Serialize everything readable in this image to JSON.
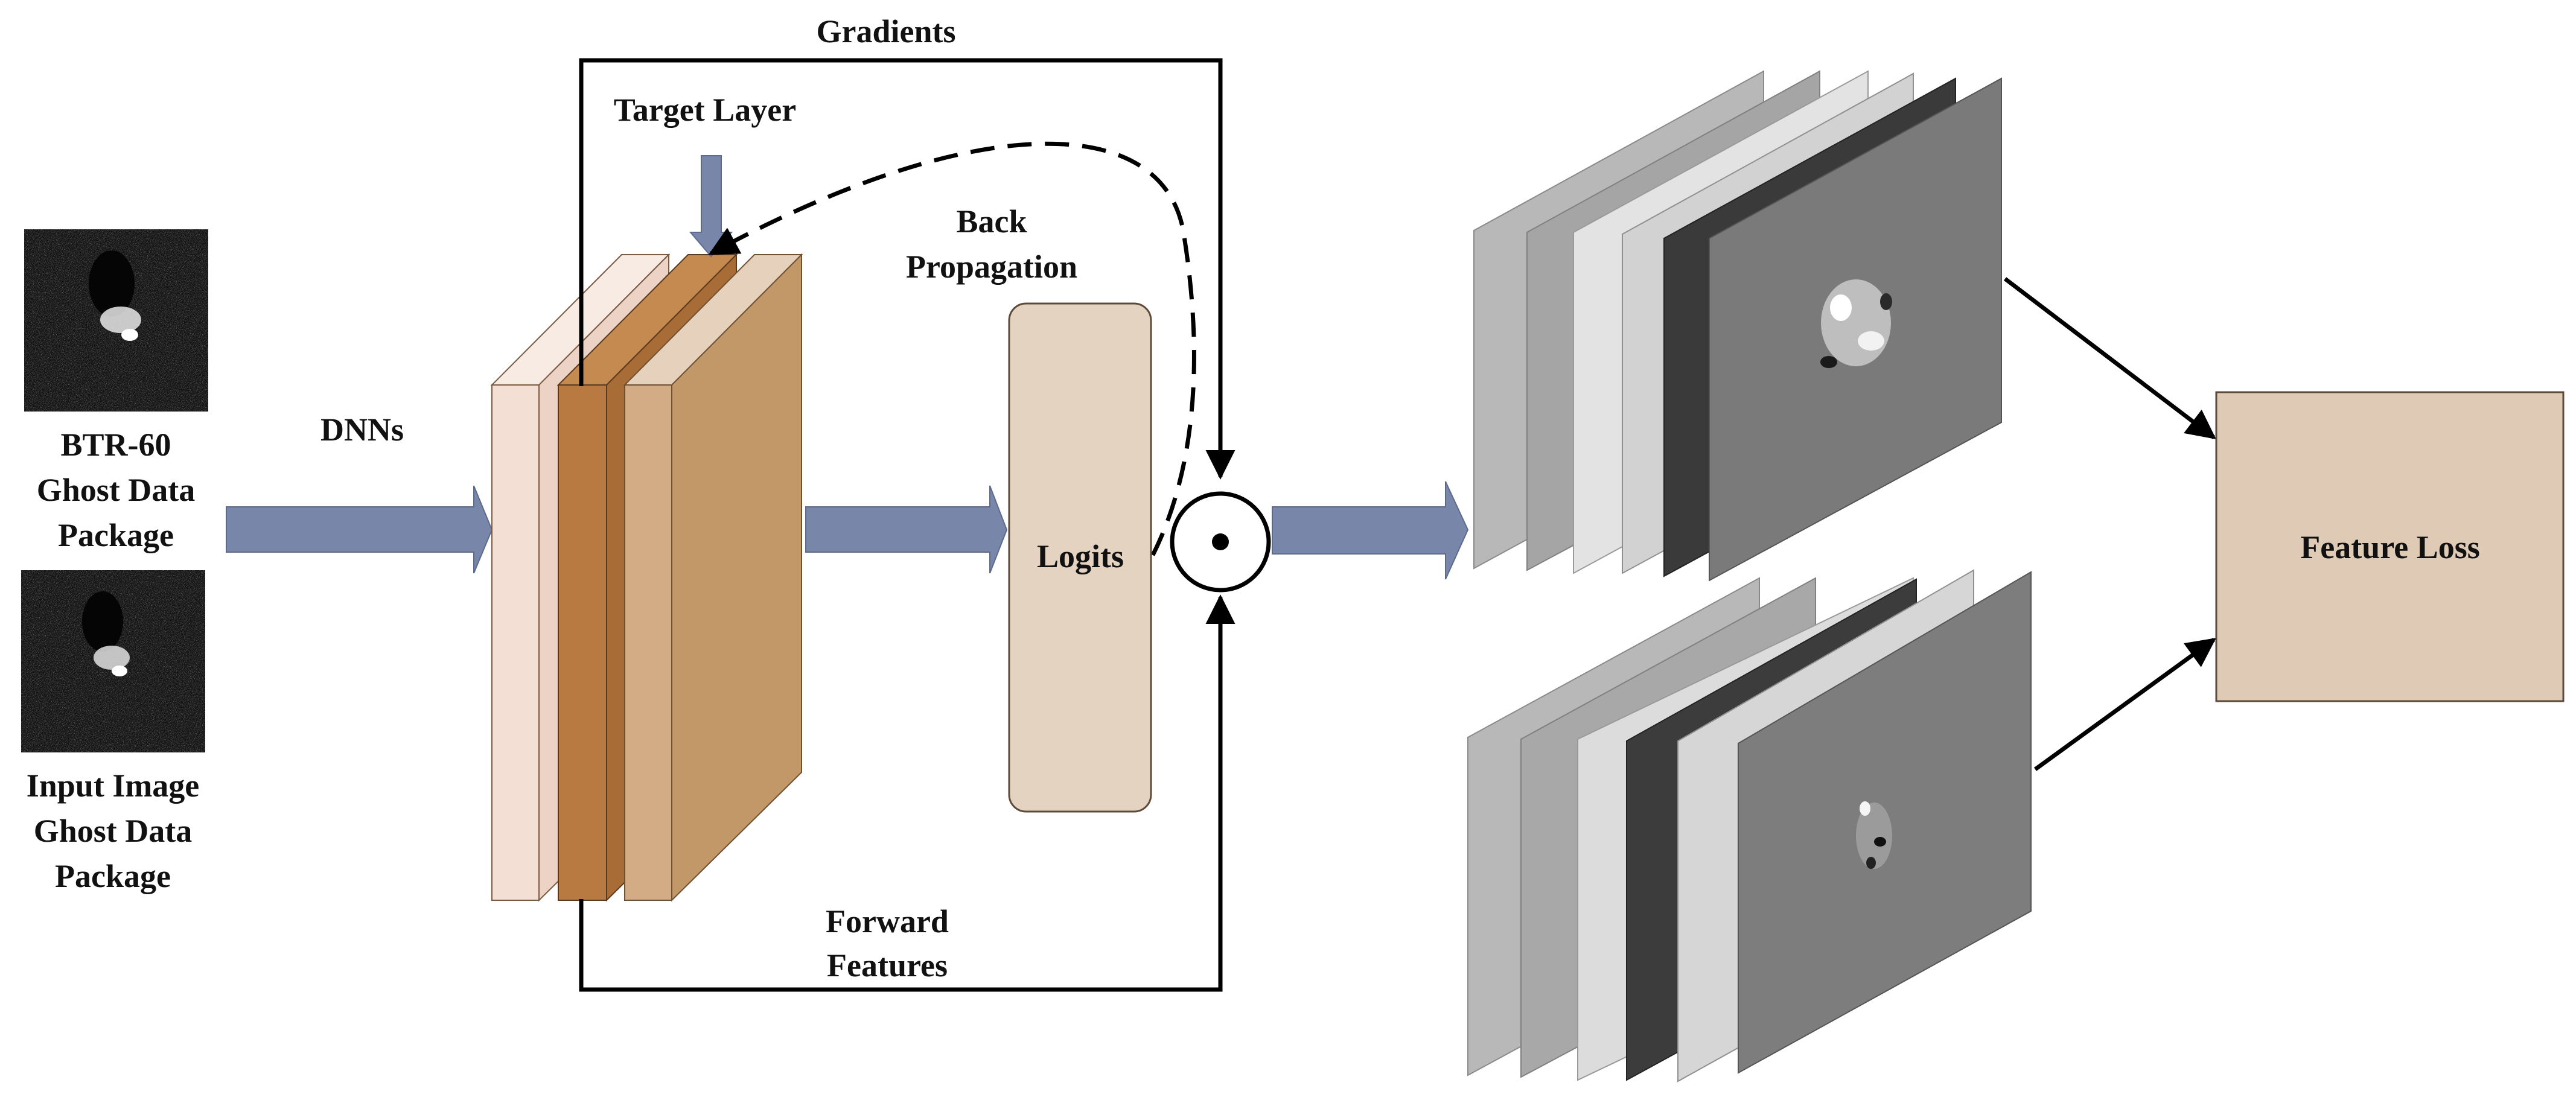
{
  "labels": {
    "gradients": "Gradients",
    "target_layer": "Target Layer",
    "back_propagation_line1": "Back",
    "back_propagation_line2": "Propagation",
    "dnns": "DNNs",
    "logits": "Logits",
    "forward_features_line1": "Forward",
    "forward_features_line2": "Features",
    "feature_loss": "Feature Loss",
    "btr_line1": "BTR-60",
    "btr_line2": "Ghost Data",
    "btr_line3": "Package",
    "input_line1": "Input Image",
    "input_line2": "Ghost Data",
    "input_line3": "Package"
  },
  "operator_symbol": "hadamard-product",
  "colors": {
    "arrow_fill": "#7886aa",
    "layer_1": "#f3dfd4",
    "layer_2": "#b87a40",
    "layer_3": "#d3ab84",
    "layer_4": "#c29868",
    "target_top": "#c58a50",
    "logits_fill": "#e4d3c1",
    "feature_loss_fill": "#dfcab5",
    "line": "#000000"
  }
}
